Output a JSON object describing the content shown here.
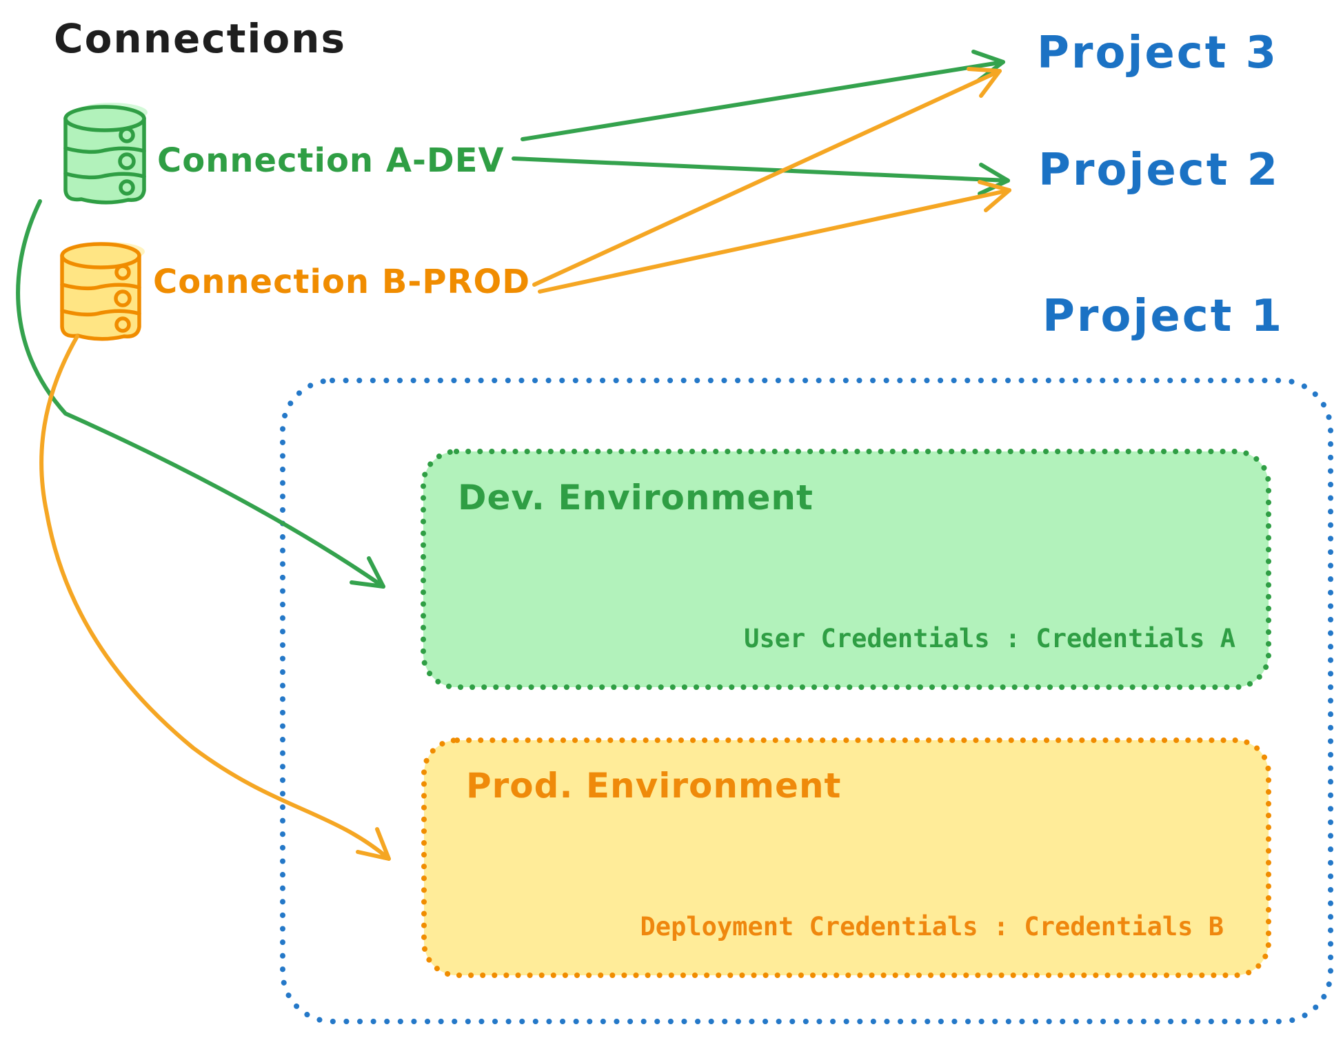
{
  "title": "Connections",
  "connections": [
    {
      "label": "Connection A-DEV",
      "color": "#2f9e44",
      "icon": "database-icon"
    },
    {
      "label": "Connection B-PROD",
      "color": "#f08c00",
      "icon": "database-icon"
    }
  ],
  "projects": [
    {
      "label": "Project 3"
    },
    {
      "label": "Project 2"
    },
    {
      "label": "Project 1"
    }
  ],
  "project1_detail": {
    "environments": [
      {
        "name": "Dev. Environment",
        "credentials": "User Credentials : Credentials A",
        "accent": "#2f9e44",
        "fill": "#b2f2bb"
      },
      {
        "name": "Prod. Environment",
        "credentials": "Deployment Credentials : Credentials B",
        "accent": "#f08c00",
        "fill": "#ffec99"
      }
    ]
  },
  "edges": [
    {
      "from": "Connection A-DEV",
      "to": "Project 3",
      "color": "#2f9e44",
      "style": "straight-arrow"
    },
    {
      "from": "Connection A-DEV",
      "to": "Project 2",
      "color": "#2f9e44",
      "style": "straight-arrow"
    },
    {
      "from": "Connection B-PROD",
      "to": "Project 3",
      "color": "#f5a623",
      "style": "straight-arrow"
    },
    {
      "from": "Connection B-PROD",
      "to": "Project 2",
      "color": "#f5a623",
      "style": "straight-arrow"
    },
    {
      "from": "Connection A-DEV",
      "to": "Dev. Environment",
      "color": "#2f9e44",
      "style": "curved-arrow"
    },
    {
      "from": "Connection B-PROD",
      "to": "Prod. Environment",
      "color": "#f5a623",
      "style": "curved-arrow"
    }
  ],
  "colors": {
    "blue": "#1b72c4",
    "blue_border": "#2478c8",
    "green": "#2f9e44",
    "green_fill": "#b2f2bb",
    "orange": "#f08c00",
    "orange_arrow": "#f5a623",
    "yellow_fill": "#ffec99",
    "ink": "#1e1e1e"
  }
}
